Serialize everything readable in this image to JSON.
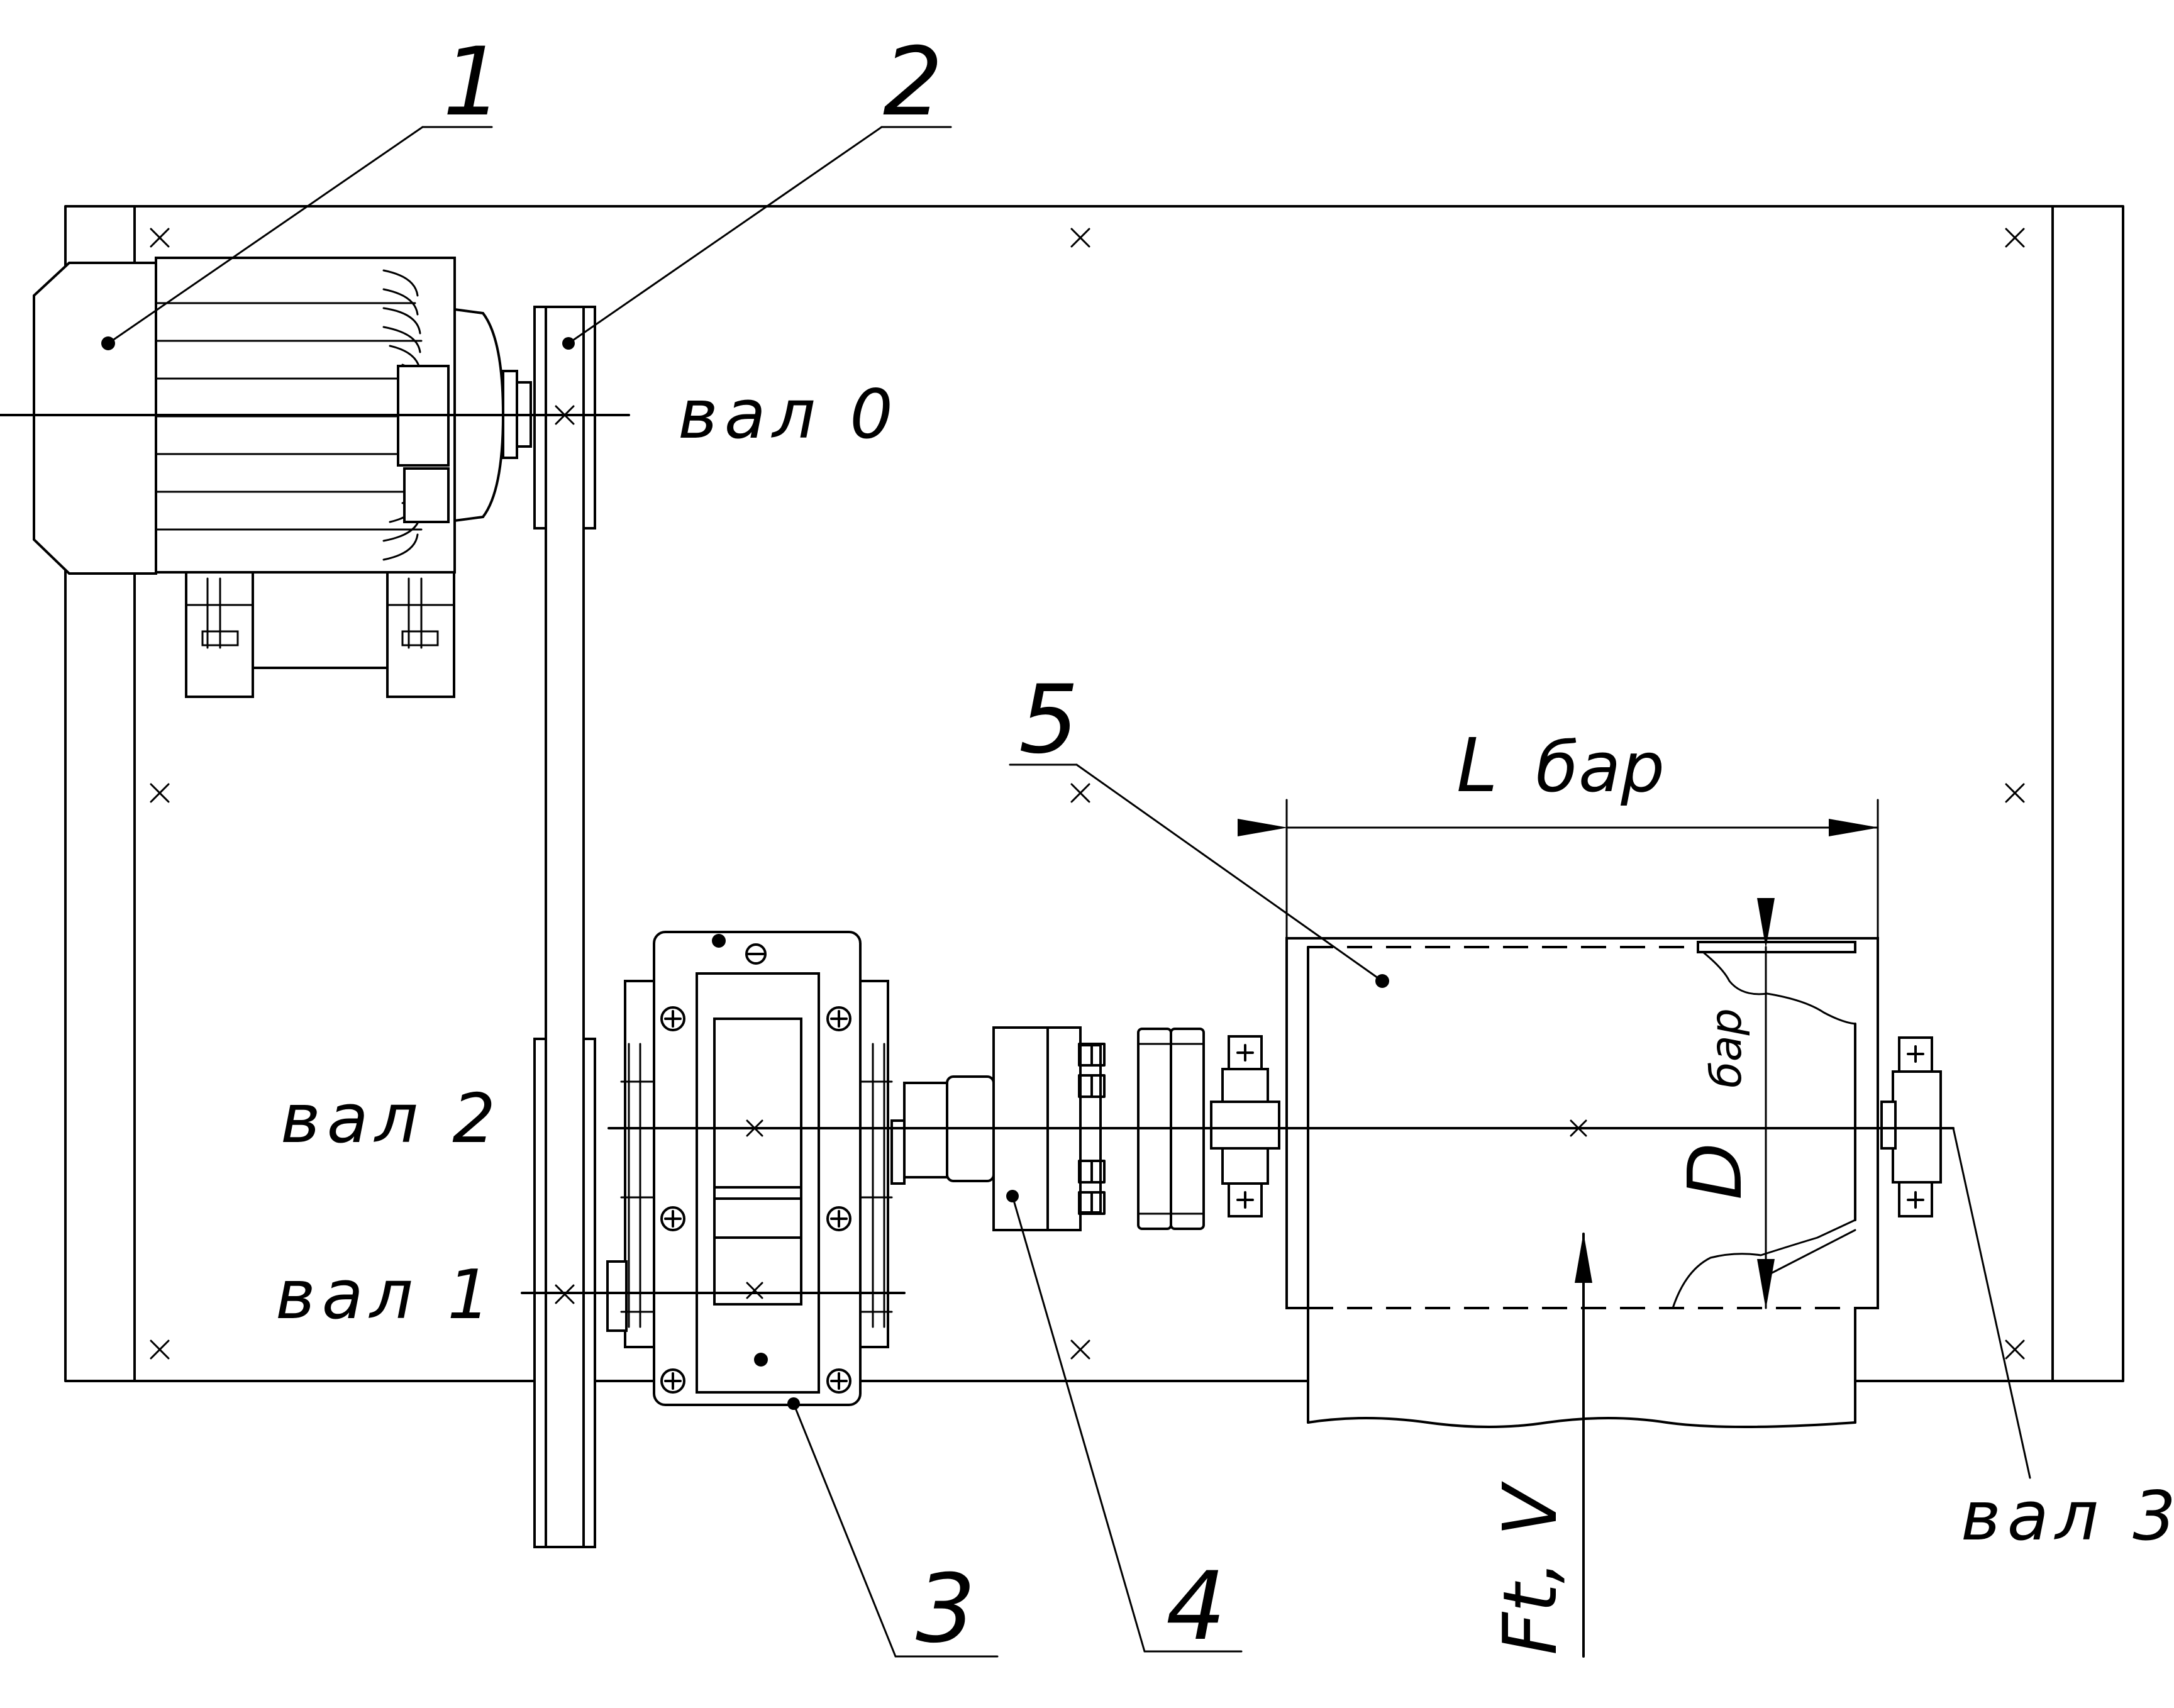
{
  "callouts": {
    "c1": "1",
    "c2": "2",
    "c3": "3",
    "c4": "4",
    "c5": "5"
  },
  "shafts": {
    "s0": "вал 0",
    "s1": "вал 1",
    "s2": "вал 2",
    "s3": "вал 3"
  },
  "dimensions": {
    "length_main": "L",
    "length_sub": "бар",
    "diameter_main": "D",
    "diameter_sub": "бар",
    "force": "Ft, V"
  },
  "colors": {
    "line": "#000000",
    "background": "#ffffff"
  }
}
